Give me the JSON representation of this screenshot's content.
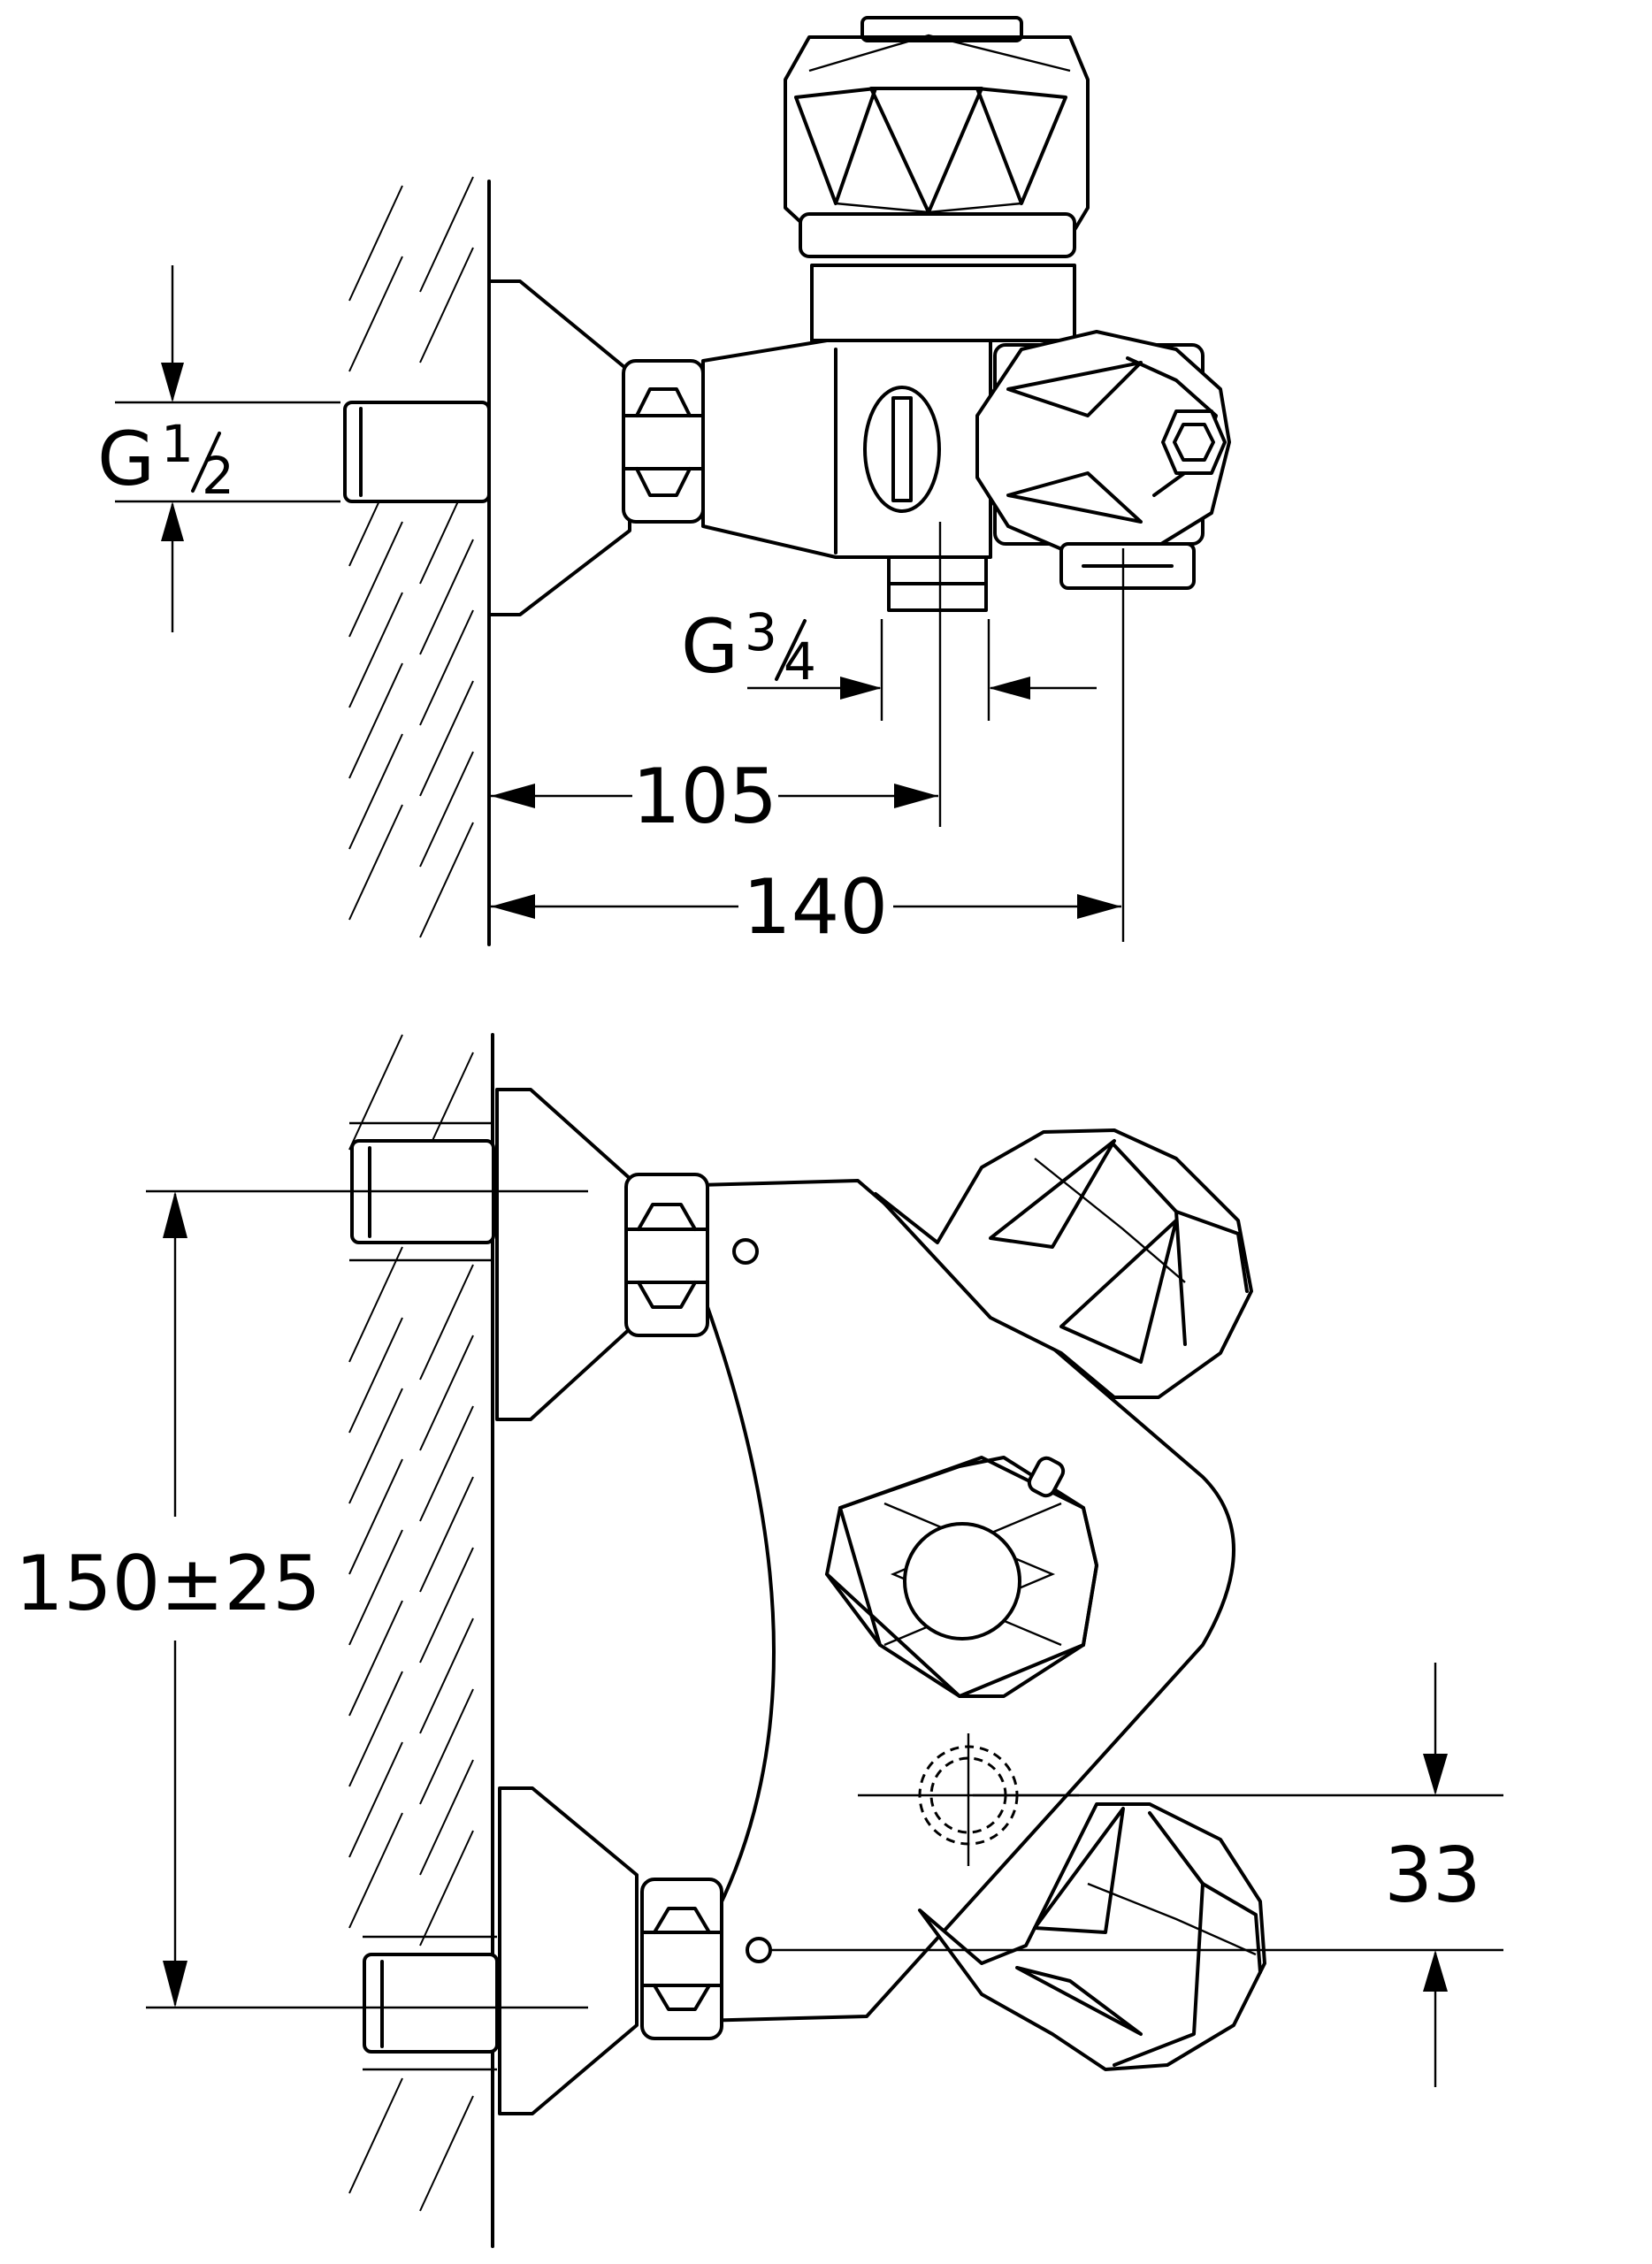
{
  "title": "",
  "labels": {
    "thread_inlet": {
      "base": "G",
      "num": "1",
      "den": "2"
    },
    "thread_outlet": {
      "base": "G",
      "num": "3",
      "den": "4"
    },
    "dim_105": "105",
    "dim_140": "140",
    "dim_150": "150±25",
    "dim_33": "33"
  }
}
